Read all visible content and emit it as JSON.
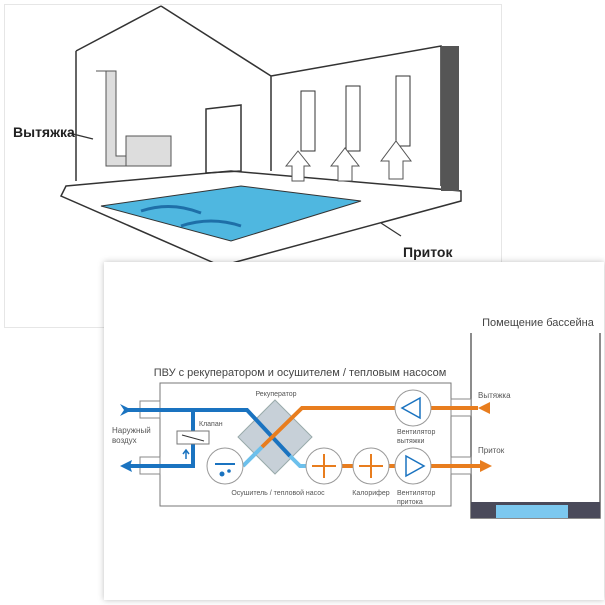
{
  "illustration": {
    "exhaust_label": "Вытяжка",
    "supply_label": "Приток"
  },
  "diagram": {
    "unit_title": "ПВУ с рекуператором и осушителем / тепловым насосом",
    "room_title": "Помещение бассейна",
    "recuperator": "Рекуператор",
    "valve": "Клапан",
    "outdoor_air": [
      "Наружный",
      "воздух"
    ],
    "dehumidifier": "Осушитель / тепловой насос",
    "heater": "Калорифер",
    "exhaust_fan": [
      "Вентилятор",
      "вытяжки"
    ],
    "supply_fan": [
      "Вентилятор",
      "притока"
    ],
    "exhaust": "Вытяжка",
    "supply": "Приток",
    "colors": {
      "blue": "#1a73c0",
      "light_blue": "#6cc0ec",
      "orange": "#e87d1e",
      "water": "#7cc8ef",
      "floor": "#4a4a5a"
    }
  }
}
